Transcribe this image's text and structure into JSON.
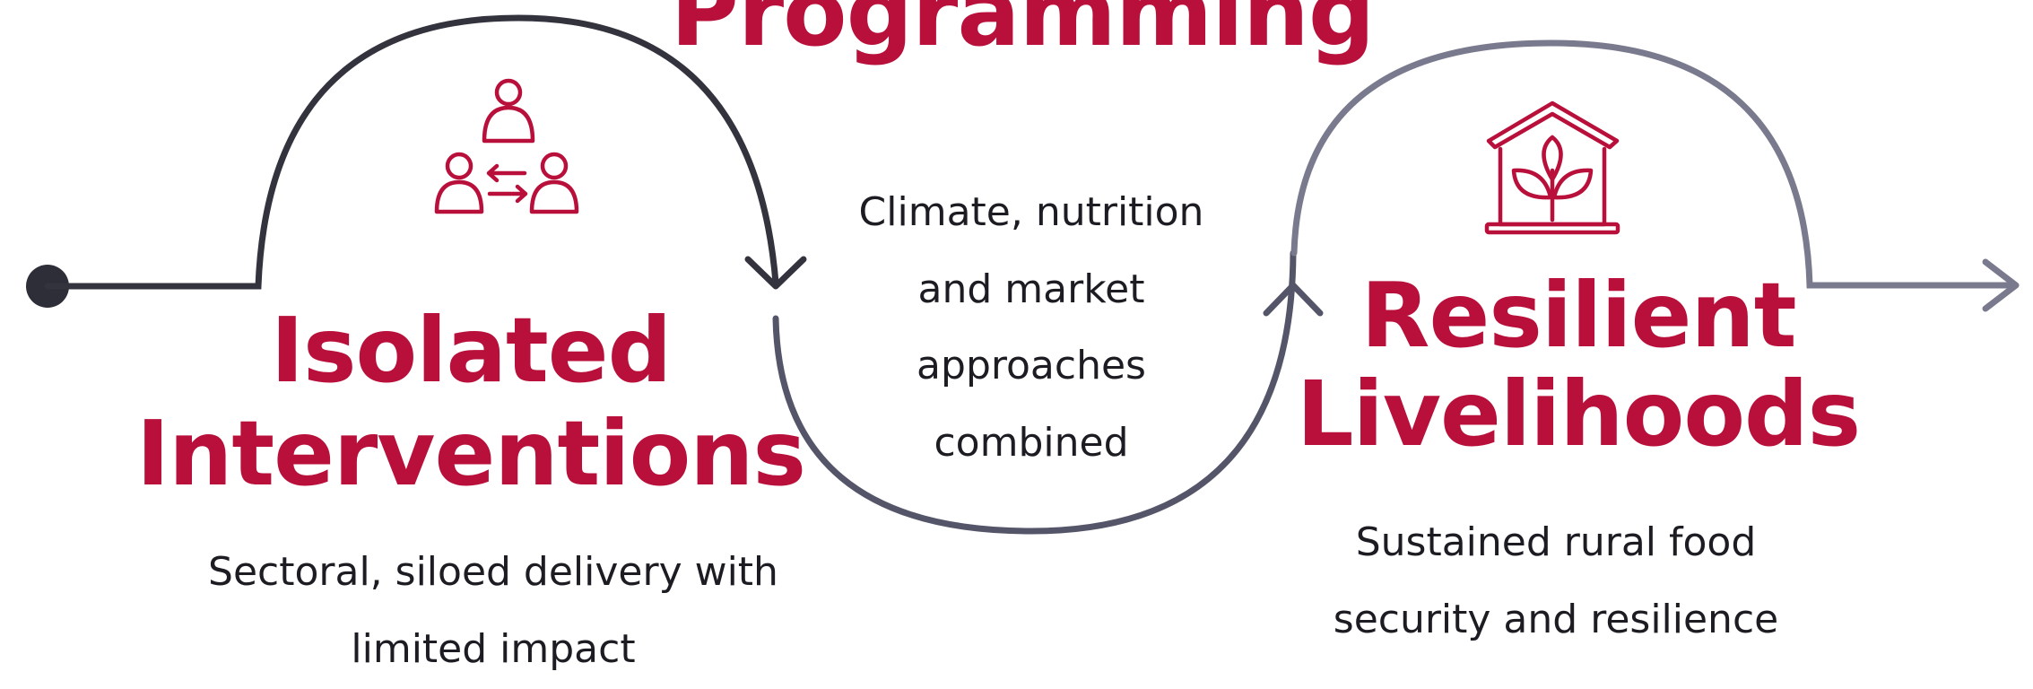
{
  "colors": {
    "accent": "#b8103b",
    "path_dark": "#2e2e38",
    "path_light": "#75758a",
    "text": "#1c1c22"
  },
  "title": "Programming",
  "stages": [
    {
      "title_lines": [
        "Isolated",
        "Interventions"
      ],
      "description_lines": [
        "Sectoral, siloed delivery with",
        "limited impact"
      ],
      "icon": "people-exchange-icon"
    },
    {
      "description_lines": [
        "Climate, nutrition",
        "and market",
        "approaches",
        "combined"
      ]
    },
    {
      "title_lines": [
        "Resilient",
        "Livelihoods"
      ],
      "description_lines": [
        "Sustained rural food",
        "security and resilience"
      ],
      "icon": "house-with-plant-icon"
    }
  ]
}
